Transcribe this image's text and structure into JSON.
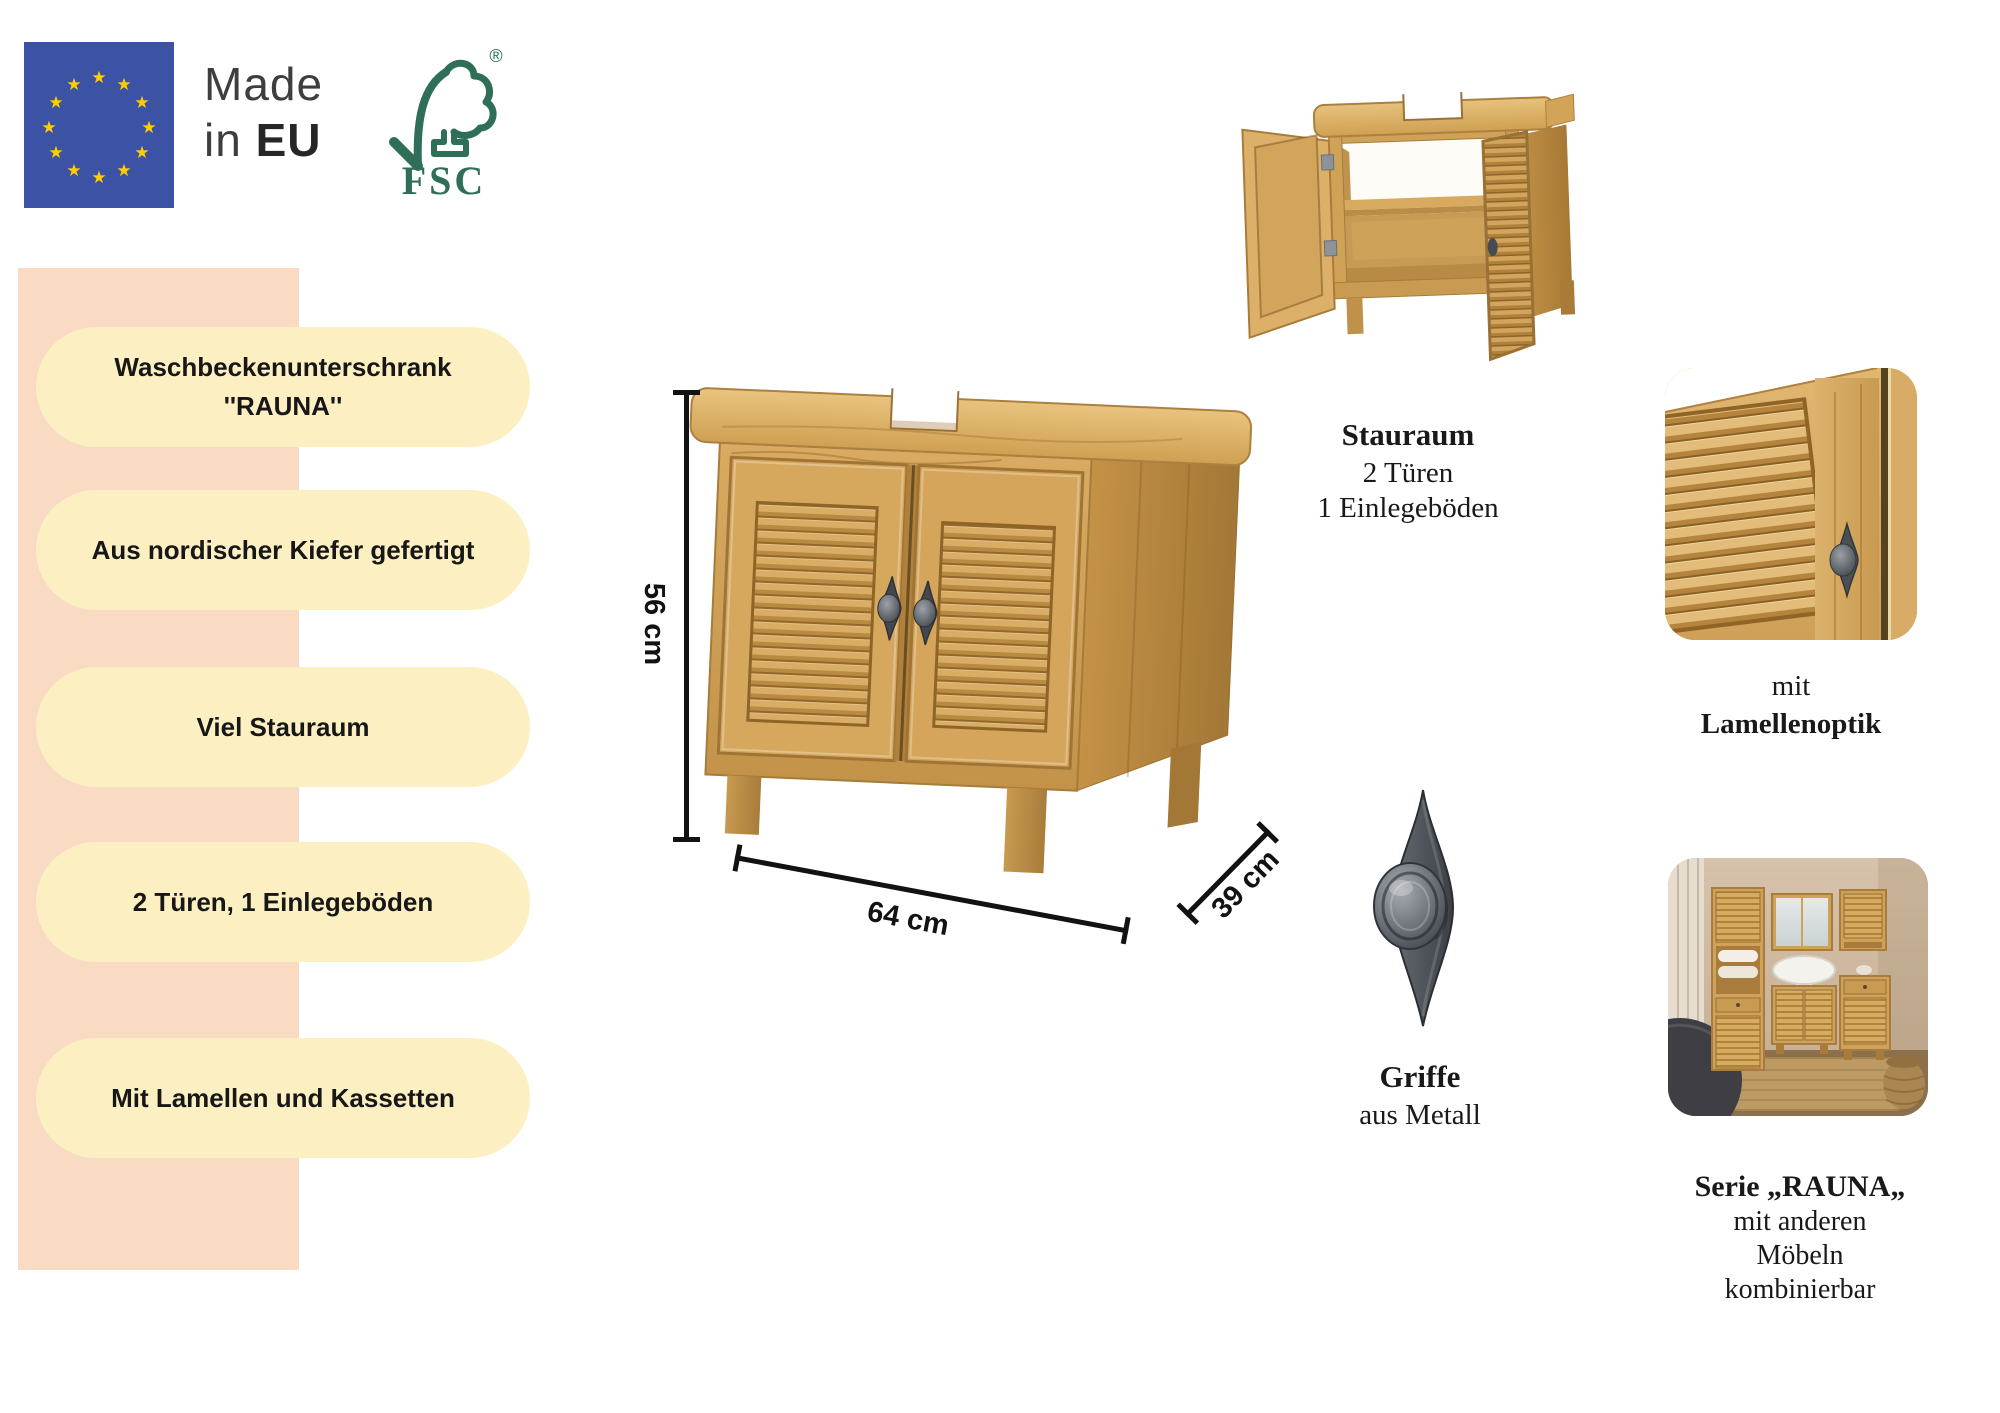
{
  "header": {
    "made_in": {
      "word1": "Made",
      "word2": "in",
      "word3": "EU"
    },
    "fsc": {
      "label": "FSC",
      "registered": "®"
    }
  },
  "icons": {
    "eu_flag_star": "★"
  },
  "features": [
    "Waschbeckenunterschrank ''RAUNA''",
    "Aus nordischer Kiefer gefertigt",
    "Viel Stauraum",
    "2 Türen, 1 Einlegeböden",
    "Mit Lamellen und Kassetten"
  ],
  "dimensions": {
    "height": "56 cm",
    "width": "64 cm",
    "depth": "39 cm"
  },
  "callouts": {
    "storage": {
      "title": "Stauraum",
      "line1": "2 Türen",
      "line2": "1 Einlegeböden"
    },
    "louver": {
      "line1": "mit",
      "line2": "Lamellenoptik"
    },
    "handle": {
      "title": "Griffe",
      "line1": "aus Metall"
    },
    "series": {
      "title": "Serie „RAUNA„",
      "line1": "mit anderen",
      "line2": "Möbeln",
      "line3": "kombinierbar"
    }
  },
  "colors": {
    "band": "#f9dbc3",
    "bubble": "#fcf0c2",
    "eu_blue": "#3c52a5",
    "eu_star": "#ffce00",
    "fsc_green": "#2f6e57",
    "dimension": "#121212",
    "wood_mid": "#d2a45c",
    "handle_metal": "#4b5157"
  }
}
